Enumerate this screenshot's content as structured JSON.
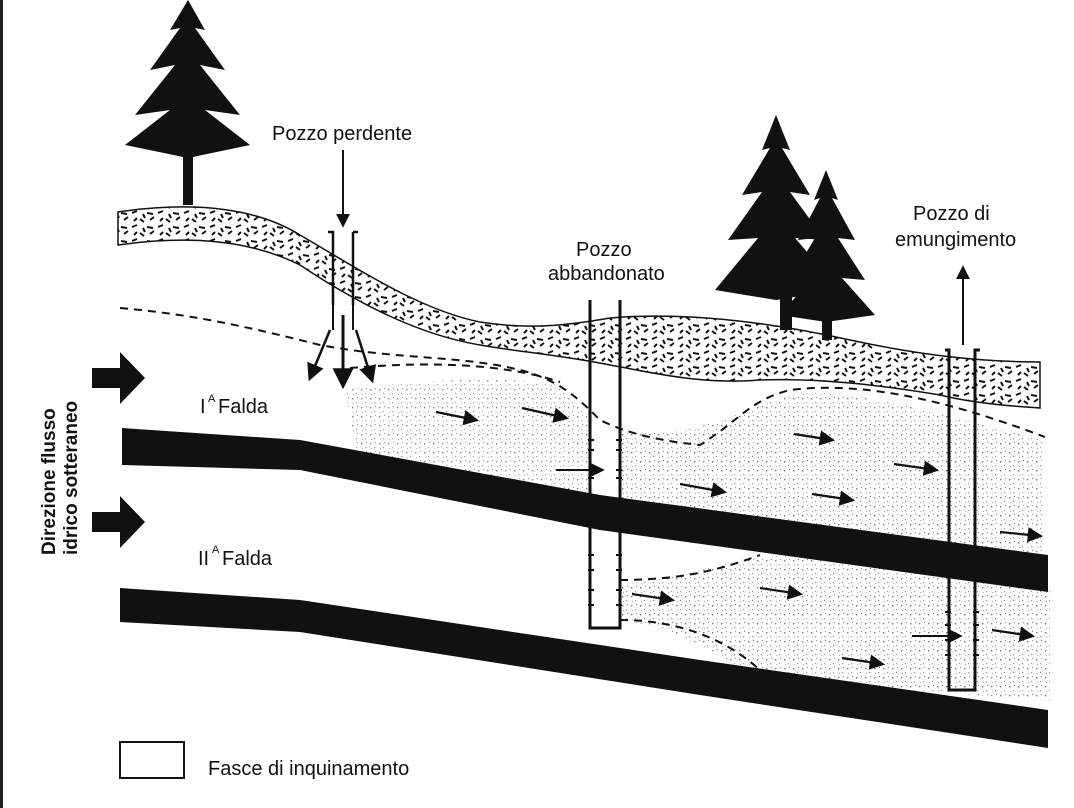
{
  "labels": {
    "pozzo_perdente": "Pozzo perdente",
    "pozzo_abbandonato_1": "Pozzo",
    "pozzo_abbandonato_2": "abbandonato",
    "pozzo_emungimento_1": "Pozzo di",
    "pozzo_emungimento_2": "emungimento",
    "falda_1_prefix": "I",
    "falda_1_sup": "A",
    "falda_1_word": "Falda",
    "falda_2_prefix": "II",
    "falda_2_sup": "A",
    "falda_2_word": "Falda",
    "direzione_1": "Direzione flusso",
    "direzione_2": "idrico sotteraneo"
  },
  "legend": {
    "text": "Fasce di inquinamento"
  },
  "colors": {
    "ink": "#111111",
    "background": "#ffffff",
    "stipple": "#8a8a8a"
  }
}
